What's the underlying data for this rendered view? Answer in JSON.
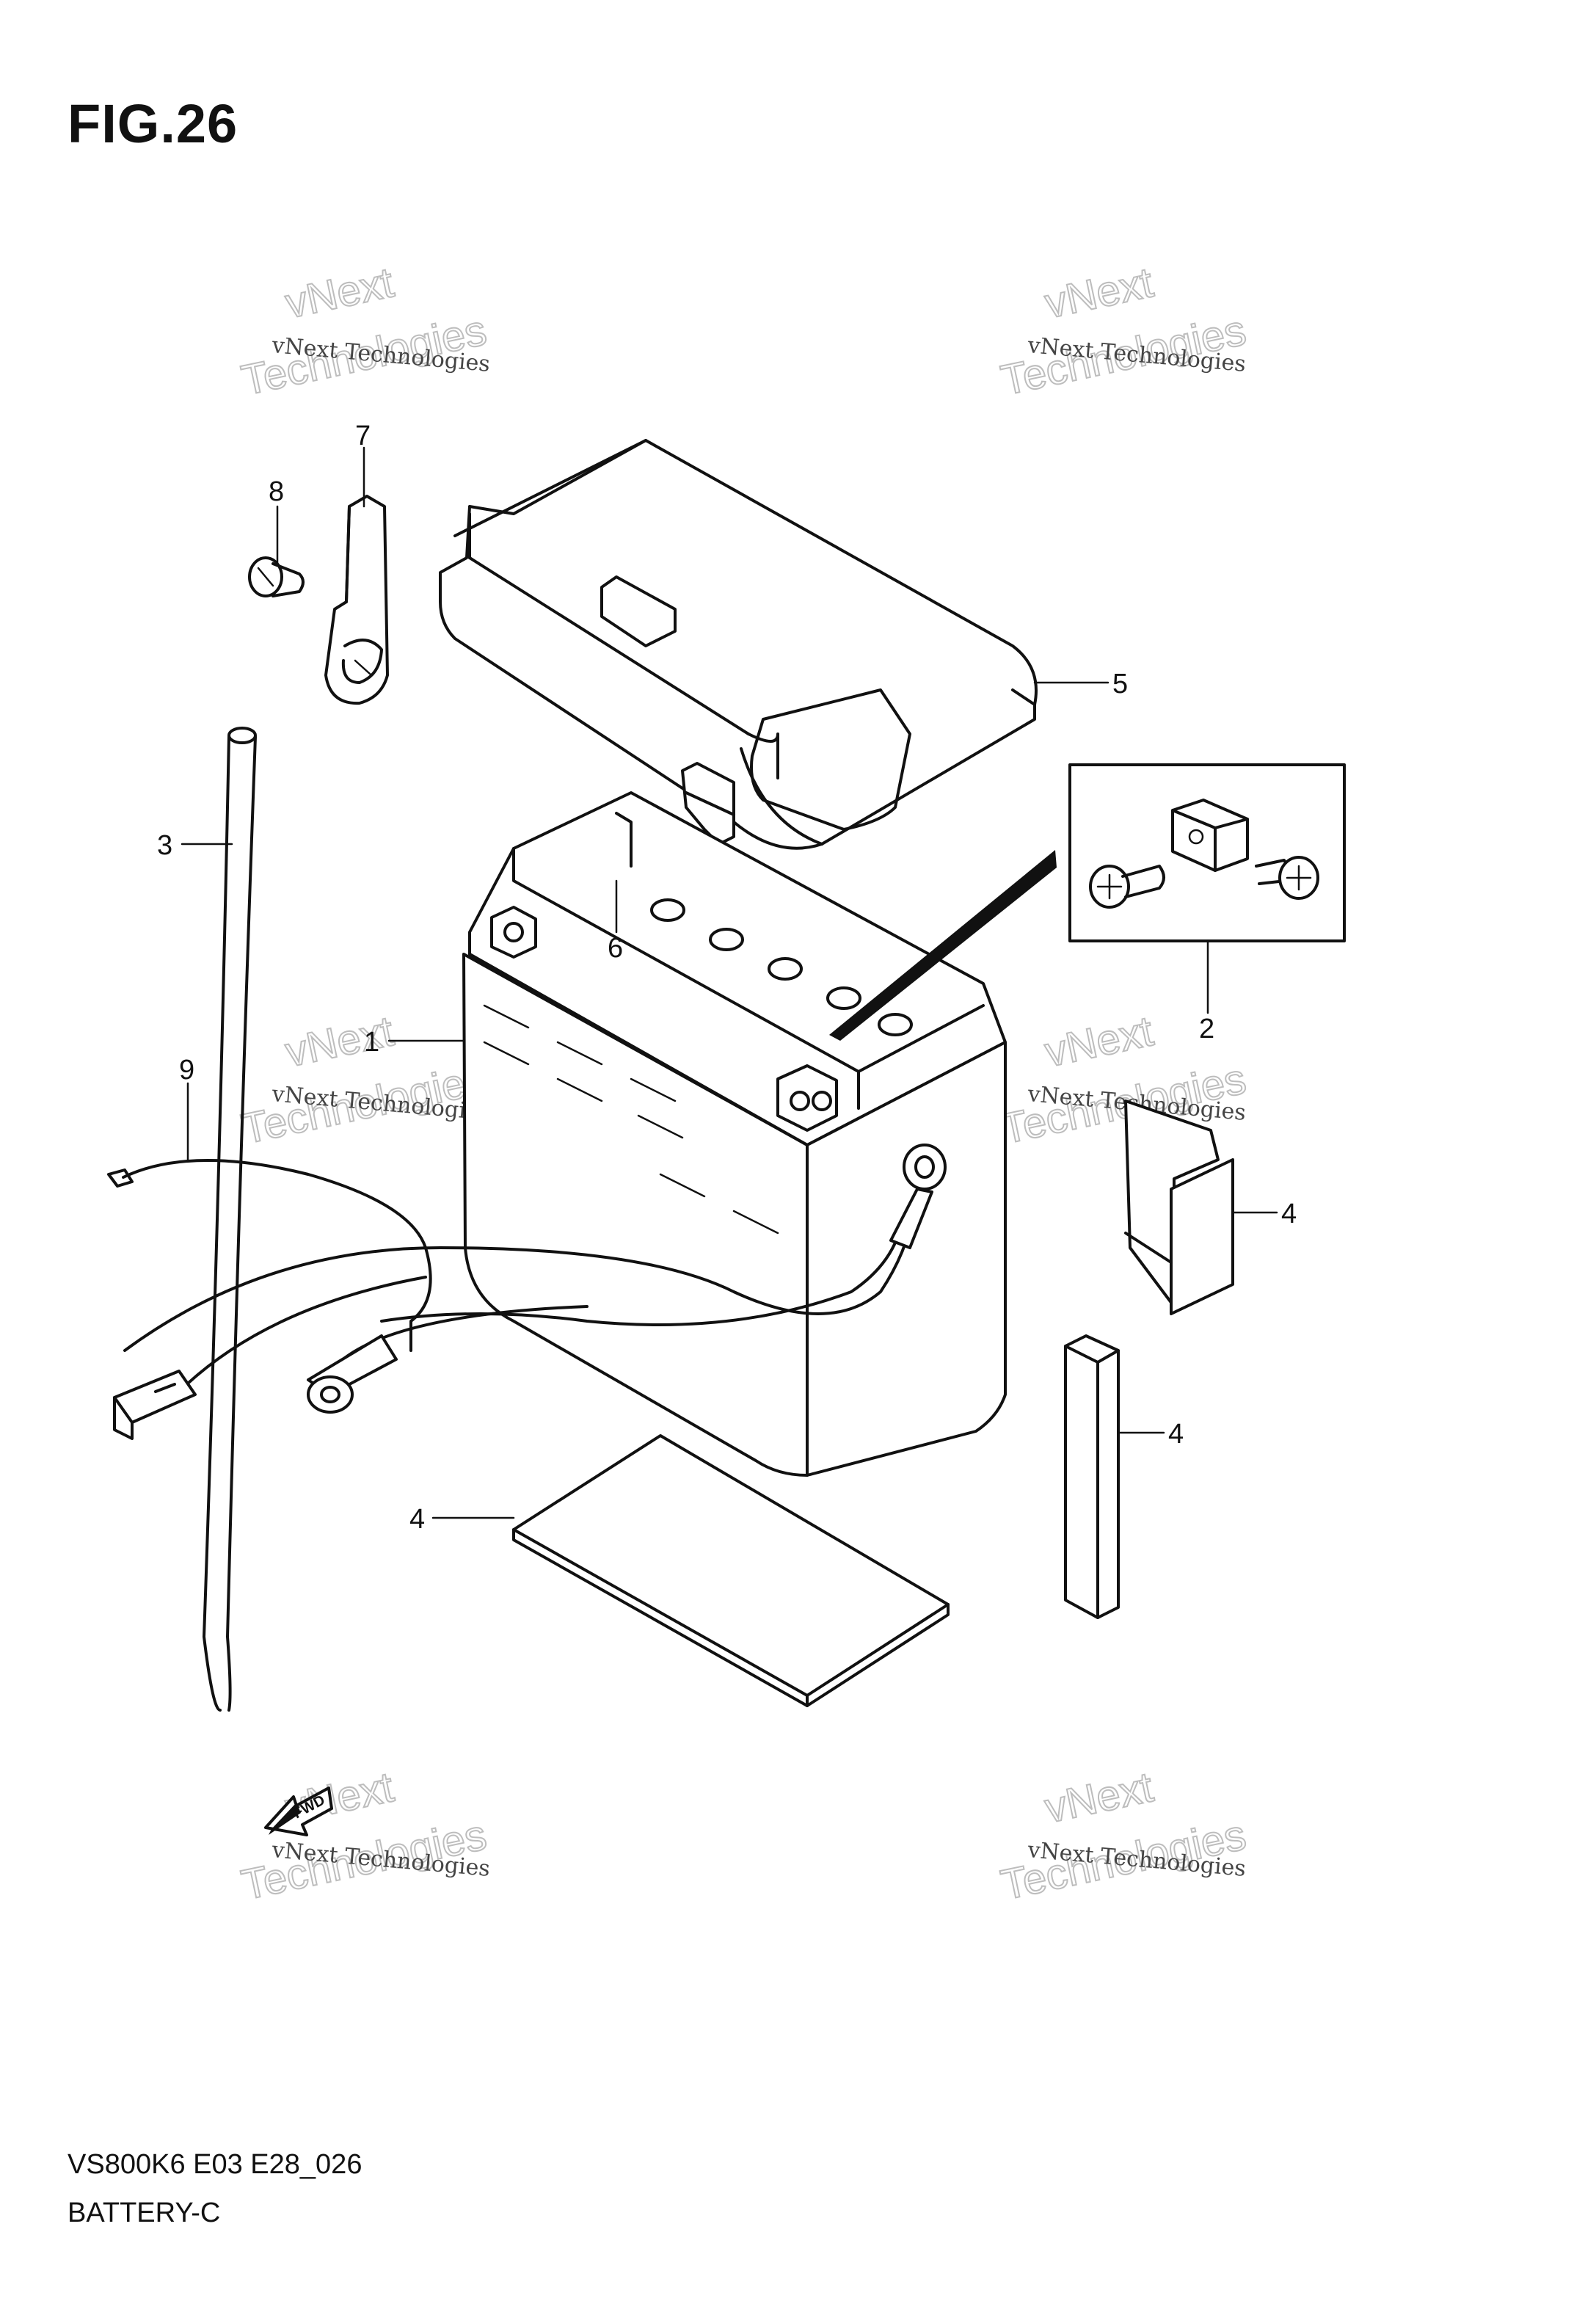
{
  "figure": {
    "title": "FIG.26"
  },
  "footer": {
    "code": "VS800K6 E03 E28_026",
    "name": "BATTERY-C"
  },
  "callouts": {
    "battery": "1",
    "terminal_set": "2",
    "breather_hose": "3",
    "cushion_base": "4",
    "cushion_side": "4",
    "cushion_front": "4",
    "cover": "5",
    "cover_bolt": "6",
    "clamp": "7",
    "clamp_bolt": "8",
    "lead_wire": "9"
  },
  "fwd_arrow": {
    "label": "FWD"
  },
  "watermark": {
    "line1": "vNext Technologies",
    "line2": "vNext",
    "line3": "Technologies"
  }
}
